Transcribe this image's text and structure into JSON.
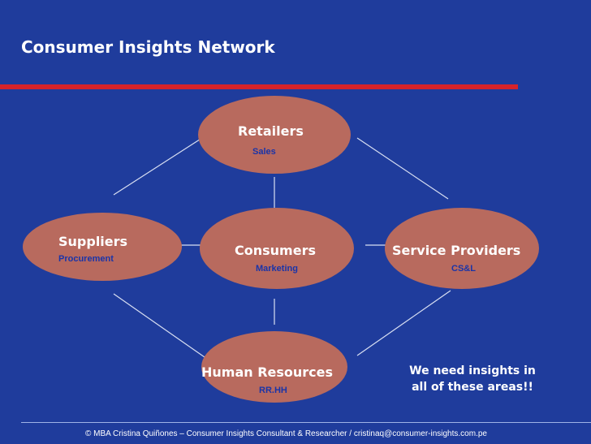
{
  "slide": {
    "title": "Consumer Insights Network",
    "callout_line1": "We need insights  in",
    "callout_line2": "all of these areas!!",
    "footer": "© MBA Cristina Quiñones – Consumer Insights Consultant & Researcher / cristinaq@consumer-insights.com.pe"
  },
  "nodes": {
    "retailers": {
      "name": "Retailers",
      "sub": "Sales"
    },
    "suppliers": {
      "name": "Suppliers",
      "sub": "Procurement"
    },
    "consumers": {
      "name": "Consumers",
      "sub": "Marketing"
    },
    "service_providers": {
      "name": "Service Providers",
      "sub": "CS&L"
    },
    "human_resources": {
      "name": "Human Resources",
      "sub": "RR.HH"
    }
  },
  "colors": {
    "background": "#1f3c9c",
    "accent_rule": "#d6232a",
    "node_fill": "#b86a5e",
    "sub_label": "#1a34a8",
    "connector": "#d8dff2"
  }
}
